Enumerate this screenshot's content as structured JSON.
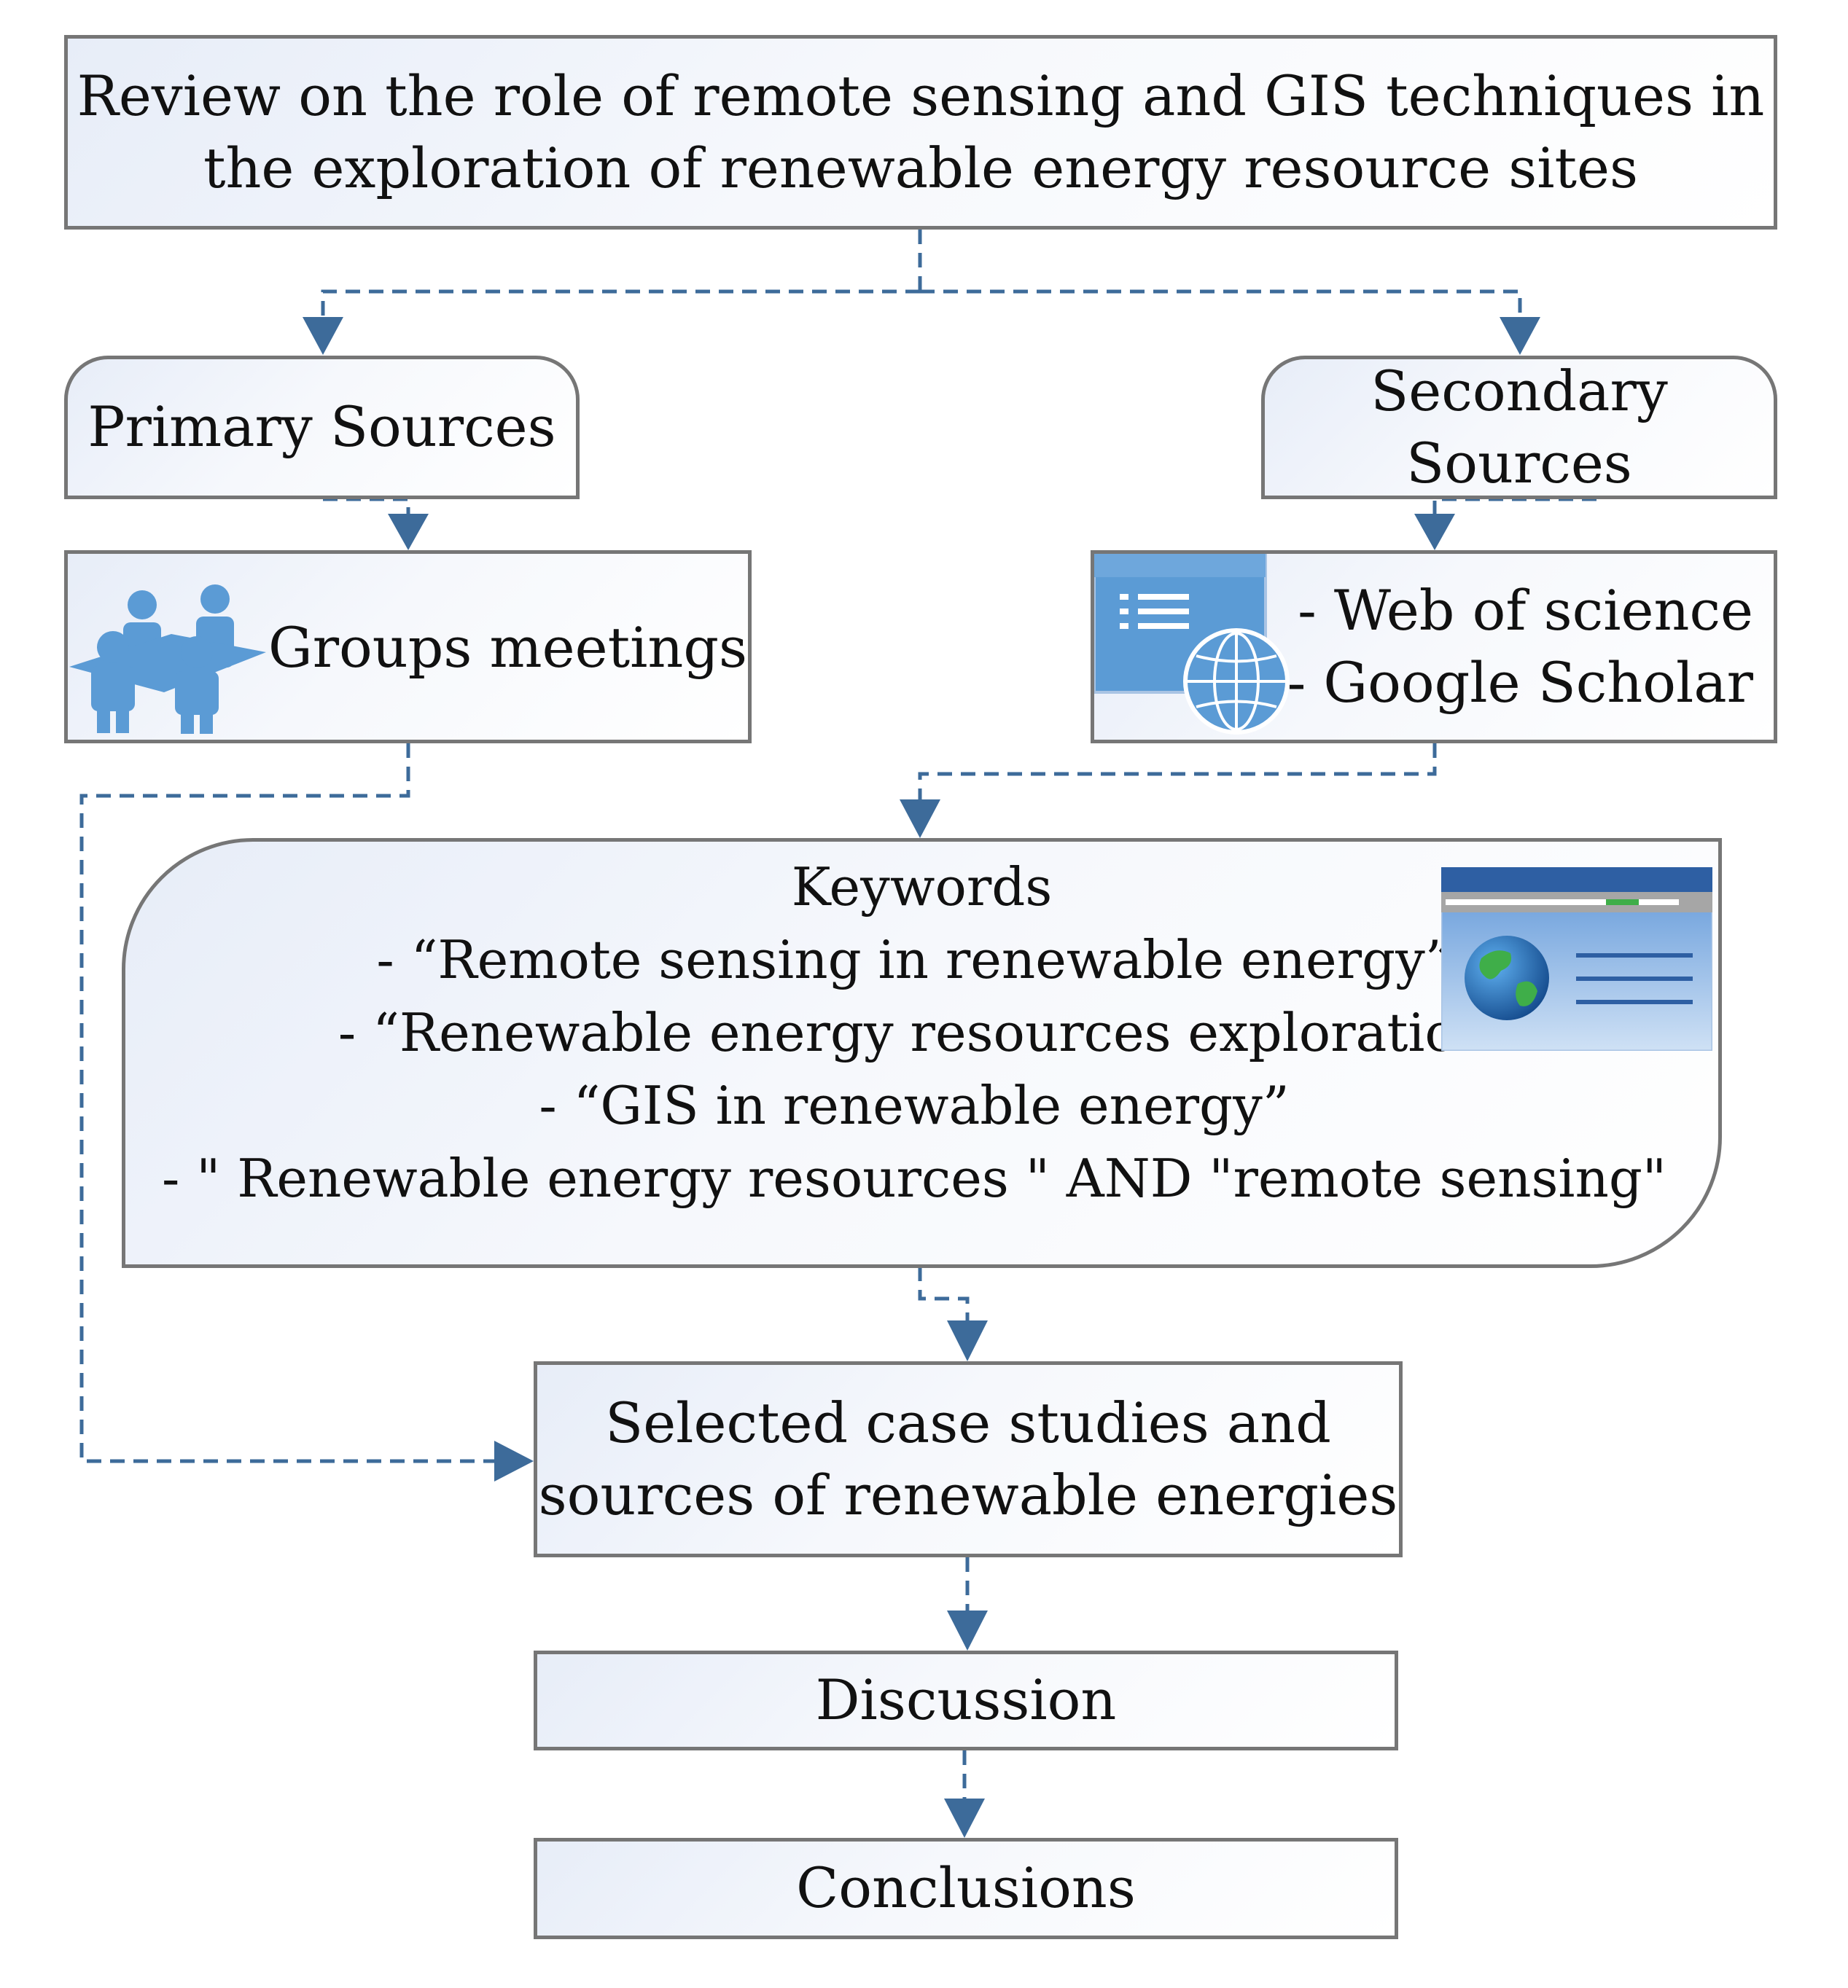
{
  "title_box": {
    "lines": [
      "Review on the role of remote sensing and GIS techniques in",
      "the exploration of renewable energy resource sites"
    ]
  },
  "primary_sources": {
    "label": "Primary Sources"
  },
  "secondary_sources": {
    "lines": [
      "Secondary",
      "Sources"
    ]
  },
  "groups_meetings": {
    "label": "Groups meetings",
    "icon": "group-meeting-icon"
  },
  "databases": {
    "lines": [
      "- Web of science",
      "- Google Scholar"
    ],
    "icon": "web-globe-icon"
  },
  "keywords": {
    "title": "Keywords",
    "items": [
      "- “Remote sensing in renewable energy”",
      "- “Renewable energy resources exploration",
      "- “GIS in renewable energy”",
      "- \" Renewable energy resources \" AND \"remote sensing\""
    ],
    "icon": "browser-globe-icon"
  },
  "selected_cases": {
    "lines": [
      "Selected case studies and",
      "sources of renewable energies"
    ]
  },
  "discussion": {
    "label": "Discussion"
  },
  "conclusions": {
    "label": "Conclusions"
  },
  "colors": {
    "border": "#767676",
    "arrow": "#3d6b9a",
    "icon_blue": "#5b9bd5"
  }
}
